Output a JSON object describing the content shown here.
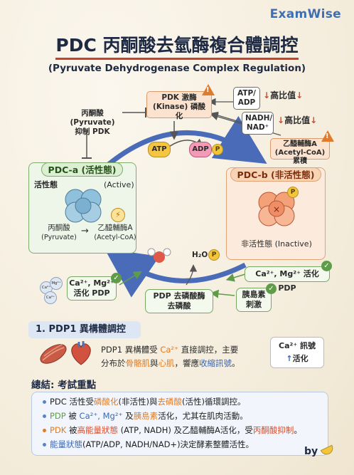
{
  "brand": "ExamWise",
  "title": "PDC 丙酮酸去氫酶複合體調控",
  "subtitle": "(Pyruvate Dehydrogenase Complex Regulation)",
  "diagram": {
    "pyruvate_note": [
      "丙酮酸 (Pyruvate)",
      "抑制 PDK"
    ],
    "pdk_box": [
      "PDK 激酶",
      "(Kinase) 磷酸化"
    ],
    "atp_adp": [
      "ATP/",
      "ADP"
    ],
    "nadh_nad": [
      "NADH/",
      "NAD⁺"
    ],
    "high_ratio": "高比值",
    "acetylcoa_box": [
      "乙醯輔酶A",
      "(Acetyl-CoA) 累積"
    ],
    "atp": "ATP",
    "adp": "ADP",
    "p": "P",
    "pdca": {
      "title": "PDC-a (活性態)",
      "state_zh": "活性態",
      "state_en": "(Active)",
      "substrate_zh": "丙酮酸",
      "substrate_en": "(Pyruvate)",
      "product_zh": "乙醯輔酶A",
      "product_en": "(Acetyl-CoA)"
    },
    "pdcb": {
      "title": "PDC-b (非活性態)",
      "state": "非活性態 (Inactive)"
    },
    "h2o": "H₂O",
    "ca_mg_left": [
      "Ca²⁺, Mg²⁺",
      "活化 PDP"
    ],
    "ca_mg_right": "Ca²⁺, Mg²⁺ 活化 PDP",
    "pdp_box": [
      "PDP 去磷酸酶",
      "去磷酸"
    ],
    "insulin_box": [
      "胰島素",
      "刺激"
    ],
    "ion_labels": [
      "Ca²⁺",
      "Mg²⁺",
      "Ca²⁺"
    ]
  },
  "section1": {
    "heading": "1. PDP1 異構體調控",
    "line1_a": "PDP1 異構體受 ",
    "line1_b": "Ca²⁺",
    "line1_c": " 直接調控，主要",
    "line2_a": "分布於",
    "line2_b": "骨骼肌",
    "line2_c": "與",
    "line2_d": "心肌",
    "line2_e": "，響應",
    "line2_f": "收縮訊號",
    "line2_g": "。",
    "signal_title": "Ca²⁺ 訊號",
    "signal_sub": "活化"
  },
  "summary": {
    "heading": "總結: 考試重點",
    "items": [
      {
        "a": "PDC 活性受",
        "b": "磷酸化",
        "c": "(非活性)與",
        "d": "去磷酸",
        "e": "(活性)循環調控。"
      },
      {
        "a": "PDP",
        "b": " 被 ",
        "c": "Ca²⁺, Mg²⁺",
        "d": " 及",
        "e": "胰島素",
        "f": "活化，尤其在肌肉活動。"
      },
      {
        "a": "PDK",
        "b": " 被",
        "c": "高能量狀態",
        "d": " (ATP, NADH) 及乙醯輔酶A活化，受",
        "e": "丙酮酸抑制",
        "f": "。"
      },
      {
        "a": "能量狀態",
        "b": "(ATP/ADP, NADH/NAD+)決定酵素整體活性。"
      }
    ]
  },
  "byline": "by"
}
